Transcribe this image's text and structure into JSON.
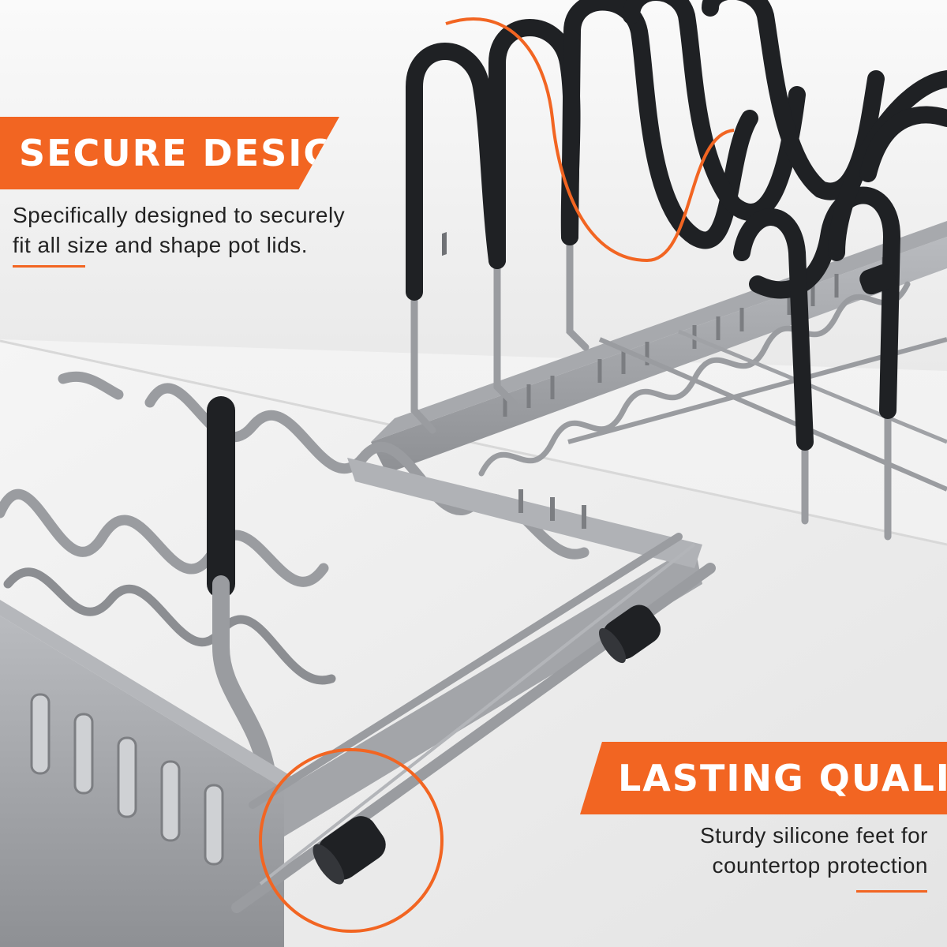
{
  "theme": {
    "accent": "#f26522",
    "text": "#222222",
    "metal": "#9a9ca0",
    "coating": "#1f2124"
  },
  "callout_top": {
    "heading": "SECURE DESIGH",
    "lines": [
      "Specifically designed to securely",
      "fit all size and shape pot lids."
    ]
  },
  "callout_bottom": {
    "heading": "LASTING QUALITY",
    "lines": [
      "Sturdy silicone feet for",
      "countertop protection"
    ]
  },
  "photo": {
    "subject": "expandable pot lid organizer rack",
    "highlights": [
      "coated-dividers-highlight",
      "silicone-foot-highlight"
    ]
  }
}
